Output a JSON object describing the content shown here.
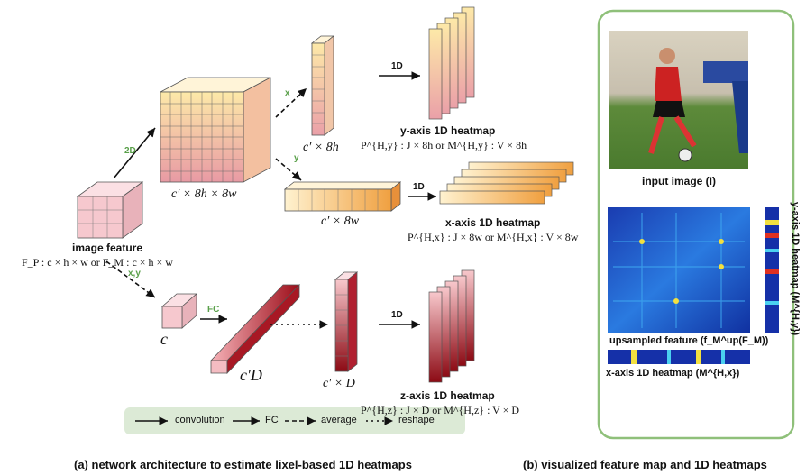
{
  "diagram": {
    "cube_labels": {
      "big": "c′ × 8h × 8w",
      "col_top": "c′ × 8h",
      "row_mid": "c′ × 8w",
      "small": "c",
      "long": "c′D",
      "col_bot": "c′ × D"
    },
    "image_feature": {
      "title": "image feature",
      "formula": "F_P : c × h × w   or   F_M : c × h × w"
    },
    "heatmaps": {
      "y": {
        "title": "y-axis 1D heatmap",
        "formula": "P^{H,y} : J × 8h   or   M^{H,y} : V × 8h"
      },
      "x": {
        "title": "x-axis 1D heatmap",
        "formula": "P^{H,x} : J × 8w   or   M^{H,x} : V × 8w"
      },
      "z": {
        "title": "z-axis 1D heatmap",
        "formula": "P^{H,z} : J × D   or   M^{H,z} : V × D"
      }
    },
    "arrow_labels": {
      "two_d": "2D",
      "x": "x",
      "y": "y",
      "xy": "x,y",
      "fc": "FC",
      "one_d_a": "1D",
      "one_d_b": "1D",
      "one_d_c": "1D"
    },
    "legend": [
      {
        "name": "conv",
        "label": "convolution"
      },
      {
        "name": "fc",
        "label": "FC"
      },
      {
        "name": "avg",
        "label": "average"
      },
      {
        "name": "reshape",
        "label": "reshape"
      }
    ]
  },
  "panel_b": {
    "input_label": "input image (I)",
    "upsampled_label": "upsampled feature (f_M^up(F_M))",
    "x_heatmap_label": "x-axis 1D heatmap (M^{H,x})",
    "y_heatmap_label": "y-axis 1D heatmap (M^{H,y})"
  },
  "captions": {
    "a": "(a) network architecture to estimate lixel-based 1D heatmaps",
    "b": "(b) visualized feature map and 1D heatmaps"
  },
  "colors": {
    "green_arrow": "#5aa04a",
    "panel_border": "#8fc07a",
    "legend_bg": "#dcead6"
  }
}
